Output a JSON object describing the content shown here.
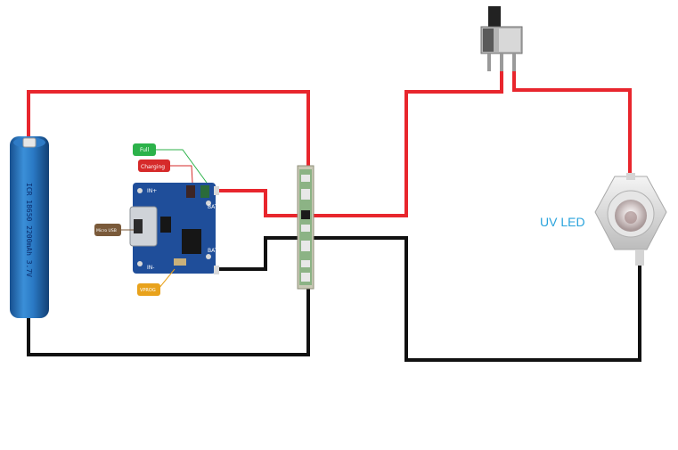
{
  "colors": {
    "positive_wire": "#e8262d",
    "negative_wire": "#111111",
    "battery": "#2a79c4",
    "pcb": "#1f4e9a",
    "led_label": "#29a3dc",
    "full_badge": "#2cb24a",
    "charging_badge": "#d62a2a",
    "micro_usb_badge": "#7a5a3a",
    "vpro_badge": "#e8a21c"
  },
  "battery": {
    "label": "ICR 18650 2200mAh 3.7V"
  },
  "charger": {
    "pin_in_plus": "IN+",
    "pin_in_minus": "IN-",
    "pin_bat_plus": "BAT+",
    "pin_bat_minus": "BAT-",
    "callout_full": "Full",
    "callout_charging": "Charging",
    "callout_micro_usb": "Micro USB",
    "callout_vpro": "VPROG"
  },
  "led": {
    "label": "UV LED"
  },
  "icons": [
    "battery-icon",
    "charger-module-icon",
    "protection-board-icon",
    "slide-switch-icon",
    "uv-led-icon"
  ]
}
